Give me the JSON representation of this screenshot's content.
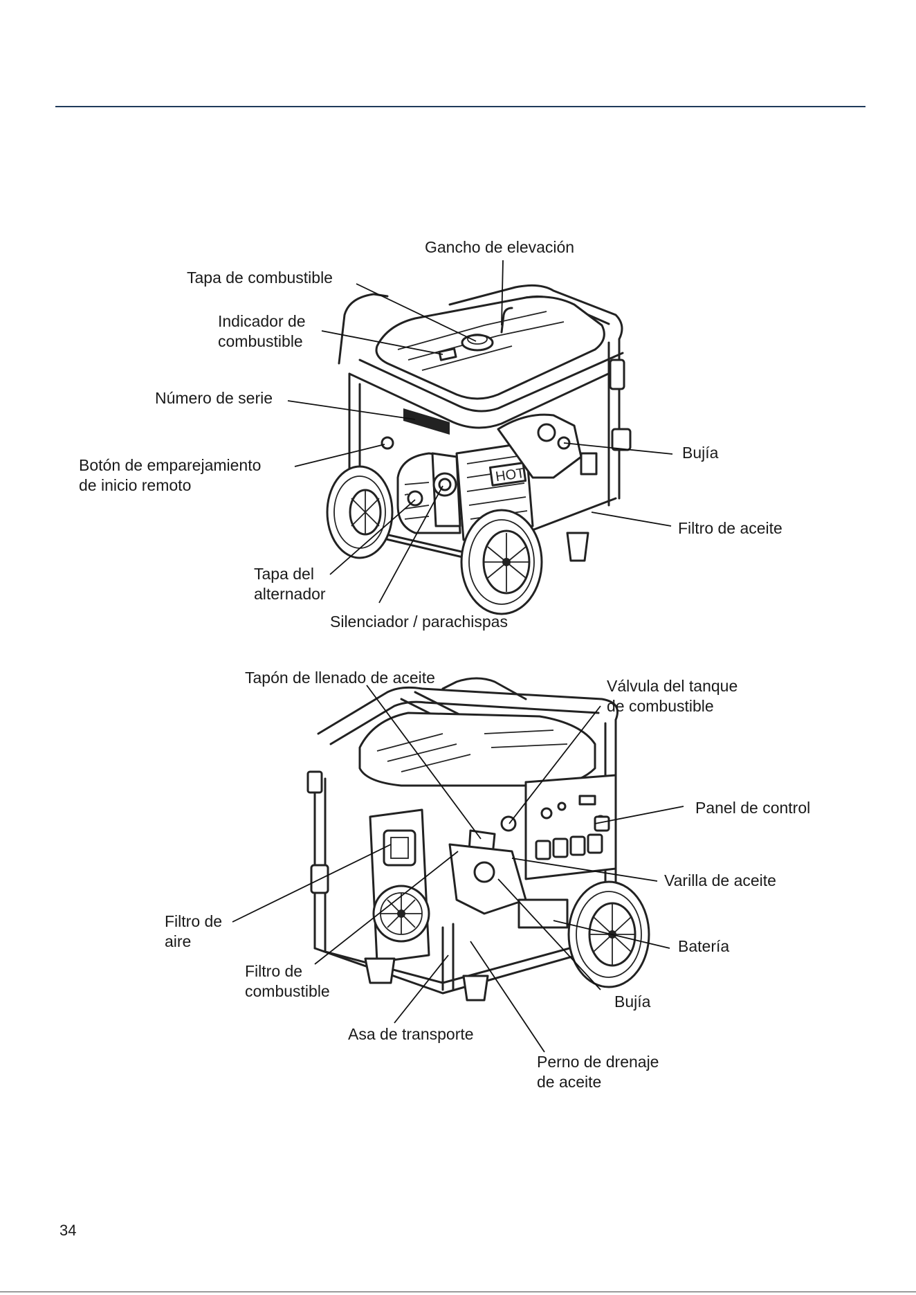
{
  "page": {
    "number": "34"
  },
  "figure_top": {
    "labels": {
      "lifting_hook": "Gancho de elevación",
      "fuel_cap": "Tapa de combustible",
      "fuel_gauge": [
        "Indicador de",
        "combustible"
      ],
      "serial_number": "Número de serie",
      "remote_pair_button": [
        "Botón de emparejamiento",
        "de inicio remoto"
      ],
      "spark_plug": "Bujía",
      "oil_filter": "Filtro de aceite",
      "alternator_cover": [
        "Tapa del",
        "alternador"
      ],
      "muffler": "Silenciador / parachispas"
    },
    "decal_text": "HOT"
  },
  "figure_bottom": {
    "labels": {
      "oil_fill_cap": "Tapón de llenado de aceite",
      "fuel_valve": [
        "Válvula del tanque",
        "de combustible"
      ],
      "control_panel": "Panel de control",
      "dipstick": "Varilla de aceite",
      "air_filter": [
        "Filtro de",
        "aire"
      ],
      "battery": "Batería",
      "fuel_filter": [
        "Filtro de",
        "combustible"
      ],
      "spark_plug": "Bujía",
      "carry_handle": "Asa de transporte",
      "oil_drain": [
        "Perno de drenaje",
        "de aceite"
      ]
    }
  }
}
